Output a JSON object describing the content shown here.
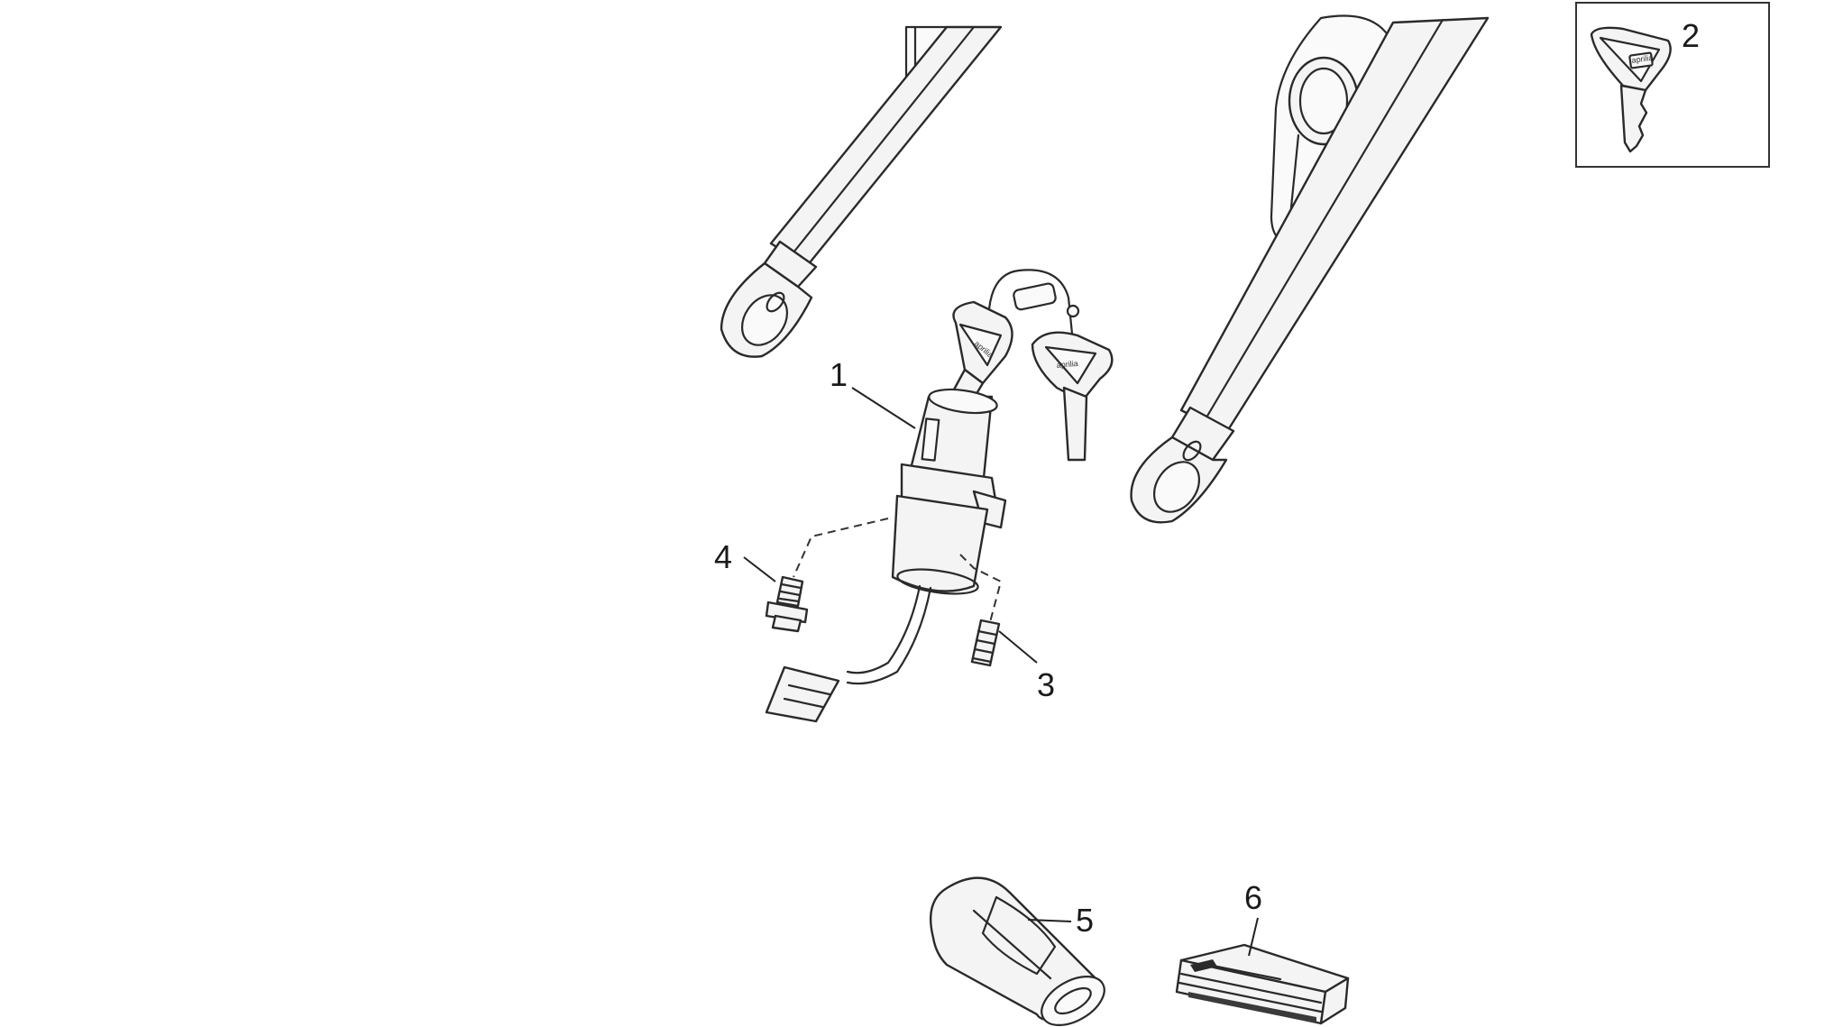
{
  "callouts": [
    {
      "id": "1",
      "label": "1"
    },
    {
      "id": "2",
      "label": "2"
    },
    {
      "id": "3",
      "label": "3"
    },
    {
      "id": "4",
      "label": "4"
    },
    {
      "id": "5",
      "label": "5"
    },
    {
      "id": "6",
      "label": "6"
    }
  ],
  "key_brand": "aprilia",
  "icons": [
    "ignition-switch-icon",
    "key-icon",
    "screw-icon",
    "grub-screw-icon",
    "tool-roll-icon",
    "manual-booklet-icon",
    "frame-tube-icon"
  ]
}
